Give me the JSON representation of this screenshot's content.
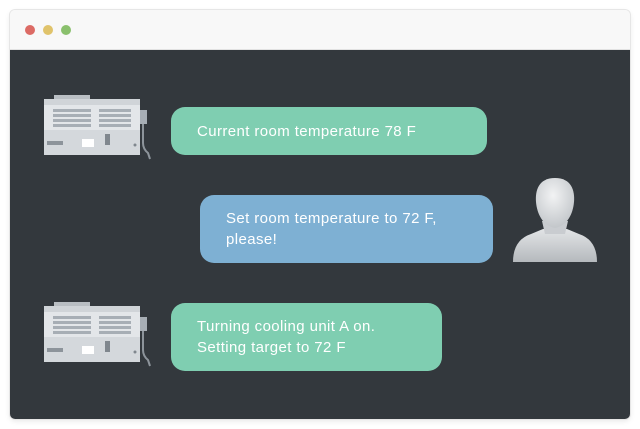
{
  "window": {
    "controls": [
      "close",
      "minimize",
      "maximize"
    ],
    "colors": {
      "close": "#dc6b65",
      "minimize": "#e0c36b",
      "maximize": "#8ac06d",
      "background": "#33383d"
    }
  },
  "chat": {
    "messages": [
      {
        "sender": "device",
        "icon": "air-conditioner-icon",
        "lines": [
          "Current room temperature 78 F"
        ],
        "color": "#7fceb1"
      },
      {
        "sender": "user",
        "icon": "user-avatar-icon",
        "lines": [
          "Set room temperature to 72 F,",
          "please!"
        ],
        "color": "#7eb0d3"
      },
      {
        "sender": "device",
        "icon": "air-conditioner-icon",
        "lines": [
          "Turning cooling unit A on.",
          "Setting target to 72 F"
        ],
        "color": "#7fceb1"
      }
    ]
  }
}
